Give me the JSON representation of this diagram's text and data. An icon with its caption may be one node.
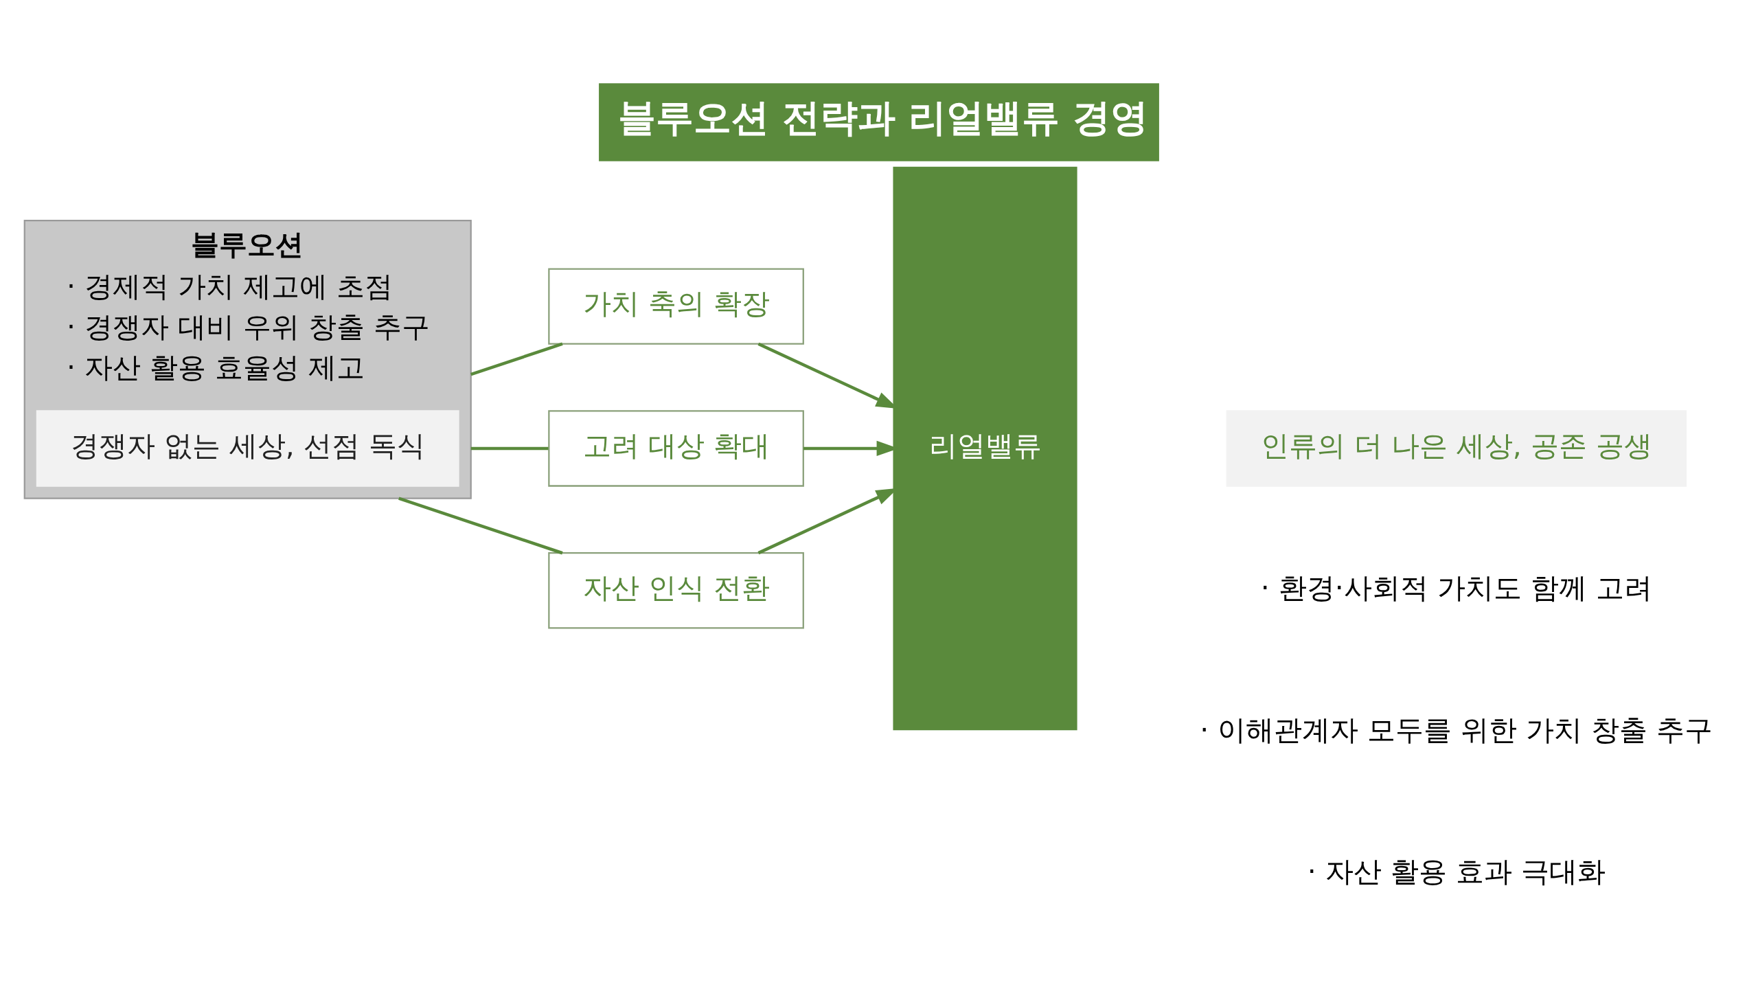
{
  "diagram": {
    "title": "블루오션 전략과 리얼밸류 경영",
    "nodes": [
      {
        "text": [
          "블루오션",
          "· 경제적 가치 제고에 초점",
          "· 경쟁자 대비 우위 창출 추구",
          "· 자산 활용 효율성 제고"
        ]
      },
      {
        "text": [
          "경쟁자 없는 세상, 선점 독식"
        ],
        "in": 0
      },
      {
        "text": [
          "가치 축의 확장"
        ]
      },
      {
        "text": [
          "고려 대상 확대"
        ]
      },
      {
        "text": [
          "자산 인식 전환"
        ]
      },
      {
        "text": [
          "리얼밸류"
        ]
      },
      {
        "text": [
          "인류의 더 나은 세상, 공존 공생"
        ]
      }
    ],
    "edges": [
      {
        "from": 0,
        "to": 2,
        "arrow": "none"
      },
      {
        "from": 0,
        "to": 3,
        "arrow": "none"
      },
      {
        "from": 0,
        "to": 4,
        "arrow": "none"
      },
      {
        "from": 2,
        "to": 5,
        "arrow": "to"
      },
      {
        "from": 3,
        "to": 5,
        "arrow": "to"
      },
      {
        "from": 4,
        "to": 5,
        "arrow": "to"
      }
    ],
    "labels": [
      "· 환경·사회적 가치도 함께 고려",
      "· 이해관계자 모두를 위한 가치 창출 추구",
      "· 자산 활용 효과 극대화"
    ]
  }
}
